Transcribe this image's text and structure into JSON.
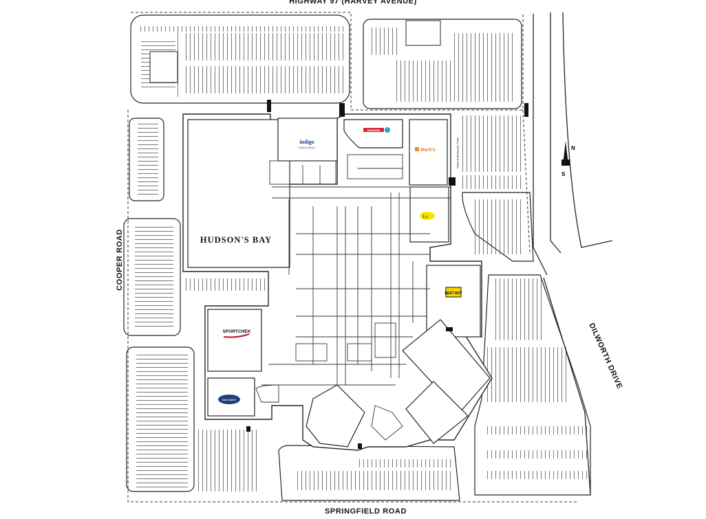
{
  "roads": {
    "north": "HIGHWAY 97 (HARVEY AVENUE)",
    "south": "SPRINGFIELD ROAD",
    "west": "COOPER ROAD",
    "east": "DILWORTH DRIVE"
  },
  "stores": {
    "hudsons_bay": "HUDSON'S BAY",
    "sport_chek": "SPORTCHEK",
    "old_navy": "OLD NAVY",
    "indigo": "indigo",
    "indigo_sub": "Books & Music",
    "marks": "Mark's",
    "winners": "WINNERS",
    "best_buy": "BEST BUY",
    "london_drugs": "Lo"
  },
  "compass": {
    "north": "N",
    "south": "S"
  },
  "side_text": "MALL ENTRANCE AREA",
  "colors": {
    "line": "#222222",
    "parking": "#555555",
    "bay_blue": "#1b3b8c",
    "sport_red": "#c8102e",
    "old_navy_blue": "#1f3f7a",
    "marks_orange": "#e8892b",
    "winners_red": "#d7262e",
    "best_buy_yellow": "#f6d30f",
    "london_yellow": "#f3e600"
  }
}
